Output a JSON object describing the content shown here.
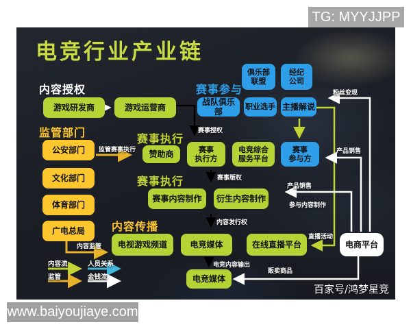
{
  "overlays": {
    "tg_badge": "TG: MYYJJPP",
    "site_watermark": "www.baiyoujiaye.com",
    "credit": "百家号/鸿梦星竞"
  },
  "title": "电竞行业产业链",
  "headings": {
    "content_license": "内容授权",
    "regulators": "监管部门",
    "event_participation": "赛事参与",
    "event_execution_top": "赛事执行",
    "event_execution_mid": "赛事执行",
    "content_distribution": "内容传播"
  },
  "nodes": {
    "game_developer": "游戏研发商",
    "game_operator": "游戏运营商",
    "club_alliance": "俱乐部\n联盟",
    "agency_company": "经纪\n公司",
    "team_club": "战队俱乐部",
    "pro_player": "职业选手",
    "streamer_caster": "主播解说",
    "public_security_dept": "公安部门",
    "culture_dept": "文化部门",
    "sports_dept": "体育部门",
    "radio_tv_admin": "广电总局",
    "sponsor": "赞助商",
    "event_executor": "赛事\n执行方",
    "esports_service_platform": "电竞综合\n服务平台",
    "event_participant": "赛事\n参与方",
    "event_content_production": "赛事内容制作",
    "derivative_content_production": "衍生内容制作",
    "tv_game_channel": "电视游戏频道",
    "esports_media": "电竞媒体",
    "online_live_platform": "在线直播平台",
    "esports_media_output": "电竞媒体",
    "ecommerce_platform": "电商平台"
  },
  "edge_labels": {
    "regulate_event_execution": "监管赛事执行",
    "event_authorization": "赛事授权",
    "event_copyright": "赛事版权",
    "content_distribution_rights": "内容发行权",
    "esports_content_output": "电竞内容输出",
    "content_regulation": "内容监管",
    "fan_monetization": "粉丝变现",
    "product_sales_1": "产品销售",
    "product_sales_2": "产品销售",
    "participate_content_production": "参与内容制作",
    "live_activities": "直播活动",
    "sell_goods": "贩卖商品"
  },
  "legend": {
    "content_flow": "内容流",
    "personnel_relation": "人员关系",
    "regulation": "监管",
    "money_flow": "金钱流"
  },
  "colors": {
    "node_green": "#b4d334",
    "node_yellow": "#fcc62e",
    "node_blue": "#2f9ee9",
    "title_green": "#c9dd43",
    "legend_cyan": "#44b9dc",
    "arrow_gold": "#e8b32a"
  }
}
